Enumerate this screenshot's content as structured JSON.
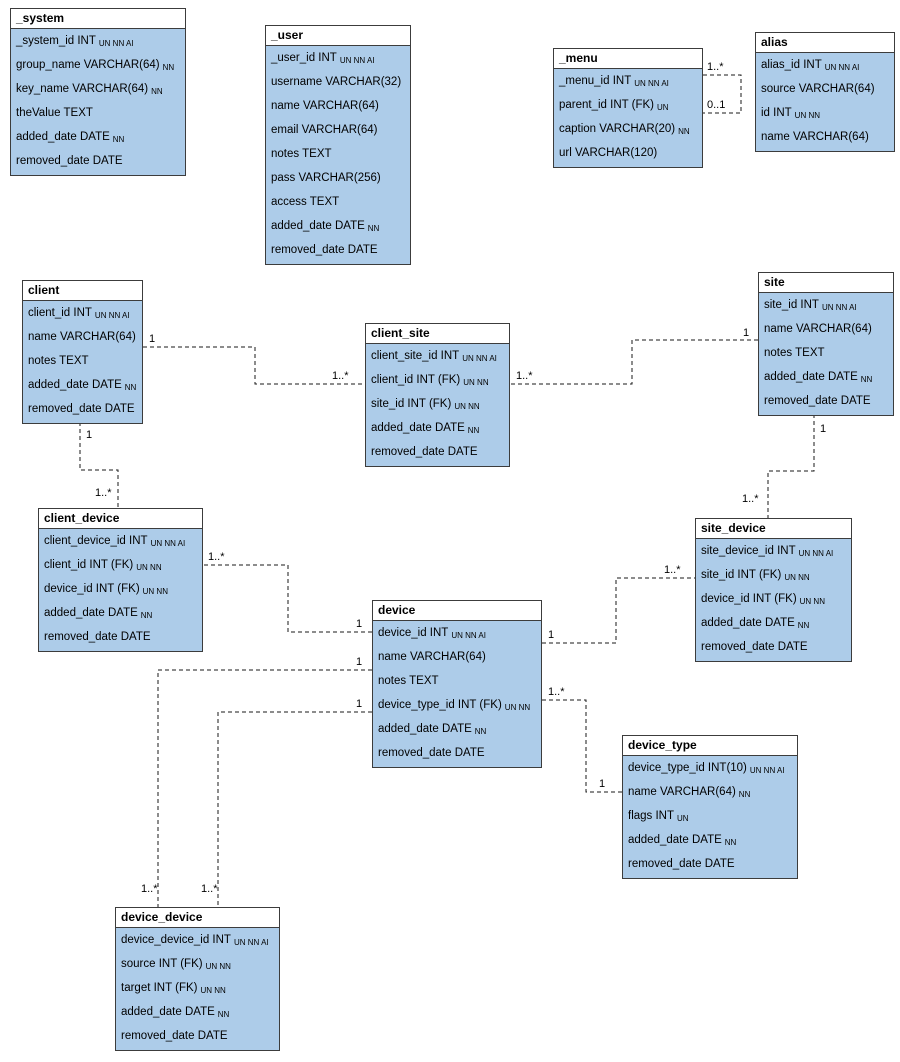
{
  "diagram": {
    "tables": [
      {
        "id": "_system",
        "title": "_system",
        "columns": [
          {
            "name": "_system_id INT",
            "flags": "UN NN AI"
          },
          {
            "name": "group_name VARCHAR(64)",
            "flags": "NN"
          },
          {
            "name": "key_name VARCHAR(64)",
            "flags": "NN"
          },
          {
            "name": "theValue TEXT",
            "flags": ""
          },
          {
            "name": "added_date DATE",
            "flags": "NN"
          },
          {
            "name": "removed_date DATE",
            "flags": ""
          }
        ]
      },
      {
        "id": "_user",
        "title": "_user",
        "columns": [
          {
            "name": "_user_id INT",
            "flags": "UN NN AI"
          },
          {
            "name": "username VARCHAR(32)",
            "flags": ""
          },
          {
            "name": "name VARCHAR(64)",
            "flags": ""
          },
          {
            "name": "email VARCHAR(64)",
            "flags": ""
          },
          {
            "name": "notes TEXT",
            "flags": ""
          },
          {
            "name": "pass VARCHAR(256)",
            "flags": ""
          },
          {
            "name": "access TEXT",
            "flags": ""
          },
          {
            "name": "added_date DATE",
            "flags": "NN"
          },
          {
            "name": "removed_date DATE",
            "flags": ""
          }
        ]
      },
      {
        "id": "_menu",
        "title": "_menu",
        "columns": [
          {
            "name": "_menu_id INT",
            "flags": "UN NN AI"
          },
          {
            "name": "parent_id INT (FK)",
            "flags": "UN"
          },
          {
            "name": "caption VARCHAR(20)",
            "flags": "NN"
          },
          {
            "name": "url VARCHAR(120)",
            "flags": ""
          }
        ]
      },
      {
        "id": "alias",
        "title": "alias",
        "columns": [
          {
            "name": "alias_id INT",
            "flags": "UN NN AI"
          },
          {
            "name": "source VARCHAR(64)",
            "flags": ""
          },
          {
            "name": "id INT",
            "flags": "UN NN"
          },
          {
            "name": "name VARCHAR(64)",
            "flags": ""
          }
        ]
      },
      {
        "id": "client",
        "title": "client",
        "columns": [
          {
            "name": "client_id INT",
            "flags": "UN NN AI"
          },
          {
            "name": "name VARCHAR(64)",
            "flags": ""
          },
          {
            "name": "notes TEXT",
            "flags": ""
          },
          {
            "name": "added_date DATE",
            "flags": "NN"
          },
          {
            "name": "removed_date DATE",
            "flags": ""
          }
        ]
      },
      {
        "id": "client_site",
        "title": "client_site",
        "columns": [
          {
            "name": "client_site_id INT",
            "flags": "UN NN AI"
          },
          {
            "name": "client_id INT (FK)",
            "flags": "UN NN"
          },
          {
            "name": "site_id INT (FK)",
            "flags": "UN NN"
          },
          {
            "name": "added_date DATE",
            "flags": "NN"
          },
          {
            "name": "removed_date DATE",
            "flags": ""
          }
        ]
      },
      {
        "id": "site",
        "title": "site",
        "columns": [
          {
            "name": "site_id INT",
            "flags": "UN NN AI"
          },
          {
            "name": "name VARCHAR(64)",
            "flags": ""
          },
          {
            "name": "notes TEXT",
            "flags": ""
          },
          {
            "name": "added_date DATE",
            "flags": "NN"
          },
          {
            "name": "removed_date DATE",
            "flags": ""
          }
        ]
      },
      {
        "id": "client_device",
        "title": "client_device",
        "columns": [
          {
            "name": "client_device_id INT",
            "flags": "UN NN AI"
          },
          {
            "name": "client_id INT (FK)",
            "flags": "UN NN"
          },
          {
            "name": "device_id INT (FK)",
            "flags": "UN NN"
          },
          {
            "name": "added_date DATE",
            "flags": "NN"
          },
          {
            "name": "removed_date DATE",
            "flags": ""
          }
        ]
      },
      {
        "id": "site_device",
        "title": "site_device",
        "columns": [
          {
            "name": "site_device_id INT",
            "flags": "UN NN AI"
          },
          {
            "name": "site_id INT (FK)",
            "flags": "UN NN"
          },
          {
            "name": "device_id INT (FK)",
            "flags": "UN NN"
          },
          {
            "name": "added_date DATE",
            "flags": "NN"
          },
          {
            "name": "removed_date DATE",
            "flags": ""
          }
        ]
      },
      {
        "id": "device",
        "title": "device",
        "columns": [
          {
            "name": "device_id INT",
            "flags": "UN NN AI"
          },
          {
            "name": "name VARCHAR(64)",
            "flags": ""
          },
          {
            "name": "notes TEXT",
            "flags": ""
          },
          {
            "name": "device_type_id INT (FK)",
            "flags": "UN NN"
          },
          {
            "name": "added_date DATE",
            "flags": "NN"
          },
          {
            "name": "removed_date DATE",
            "flags": ""
          }
        ]
      },
      {
        "id": "device_type",
        "title": "device_type",
        "columns": [
          {
            "name": "device_type_id INT(10)",
            "flags": "UN NN AI"
          },
          {
            "name": "name VARCHAR(64)",
            "flags": "NN"
          },
          {
            "name": "flags INT",
            "flags": "UN"
          },
          {
            "name": "added_date DATE",
            "flags": "NN"
          },
          {
            "name": "removed_date DATE",
            "flags": ""
          }
        ]
      },
      {
        "id": "device_device",
        "title": "device_device",
        "columns": [
          {
            "name": "device_device_id INT",
            "flags": "UN NN AI"
          },
          {
            "name": "source INT (FK)",
            "flags": "UN NN"
          },
          {
            "name": "target INT (FK)",
            "flags": "UN NN"
          },
          {
            "name": "added_date DATE",
            "flags": "NN"
          },
          {
            "name": "removed_date DATE",
            "flags": ""
          }
        ]
      }
    ],
    "edges": [
      {
        "id": "client_to_client_site",
        "from": "client",
        "to": "client_site",
        "from_label": "1",
        "to_label": "1..*"
      },
      {
        "id": "site_to_client_site",
        "from": "site",
        "to": "client_site",
        "from_label": "1",
        "to_label": "1..*"
      },
      {
        "id": "client_to_client_device",
        "from": "client",
        "to": "client_device",
        "from_label": "1",
        "to_label": "1..*"
      },
      {
        "id": "site_to_site_device",
        "from": "site",
        "to": "site_device",
        "from_label": "1",
        "to_label": "1..*"
      },
      {
        "id": "device_to_client_device",
        "from": "device",
        "to": "client_device",
        "from_label": "1",
        "to_label": "1..*"
      },
      {
        "id": "device_to_site_device",
        "from": "device",
        "to": "site_device",
        "from_label": "1",
        "to_label": "1..*"
      },
      {
        "id": "device_type_to_device",
        "from": "device_type",
        "to": "device",
        "from_label": "1",
        "to_label": "1..*"
      },
      {
        "id": "device_to_device_device_source",
        "from": "device",
        "to": "device_device",
        "from_label": "1",
        "to_label": "1..*"
      },
      {
        "id": "device_to_device_device_target",
        "from": "device",
        "to": "device_device",
        "from_label": "1",
        "to_label": "1..*"
      },
      {
        "id": "menu_self",
        "from": "_menu",
        "to": "_menu",
        "from_label": "1..*",
        "to_label": "0..1"
      }
    ]
  },
  "colors": {
    "background": "#FFFFFF",
    "table_fill": "#ADCCE9",
    "header_fill": "#FFFFFF",
    "border": "#3C3C3C",
    "line": "#1A1A1A",
    "text": "#000000"
  }
}
